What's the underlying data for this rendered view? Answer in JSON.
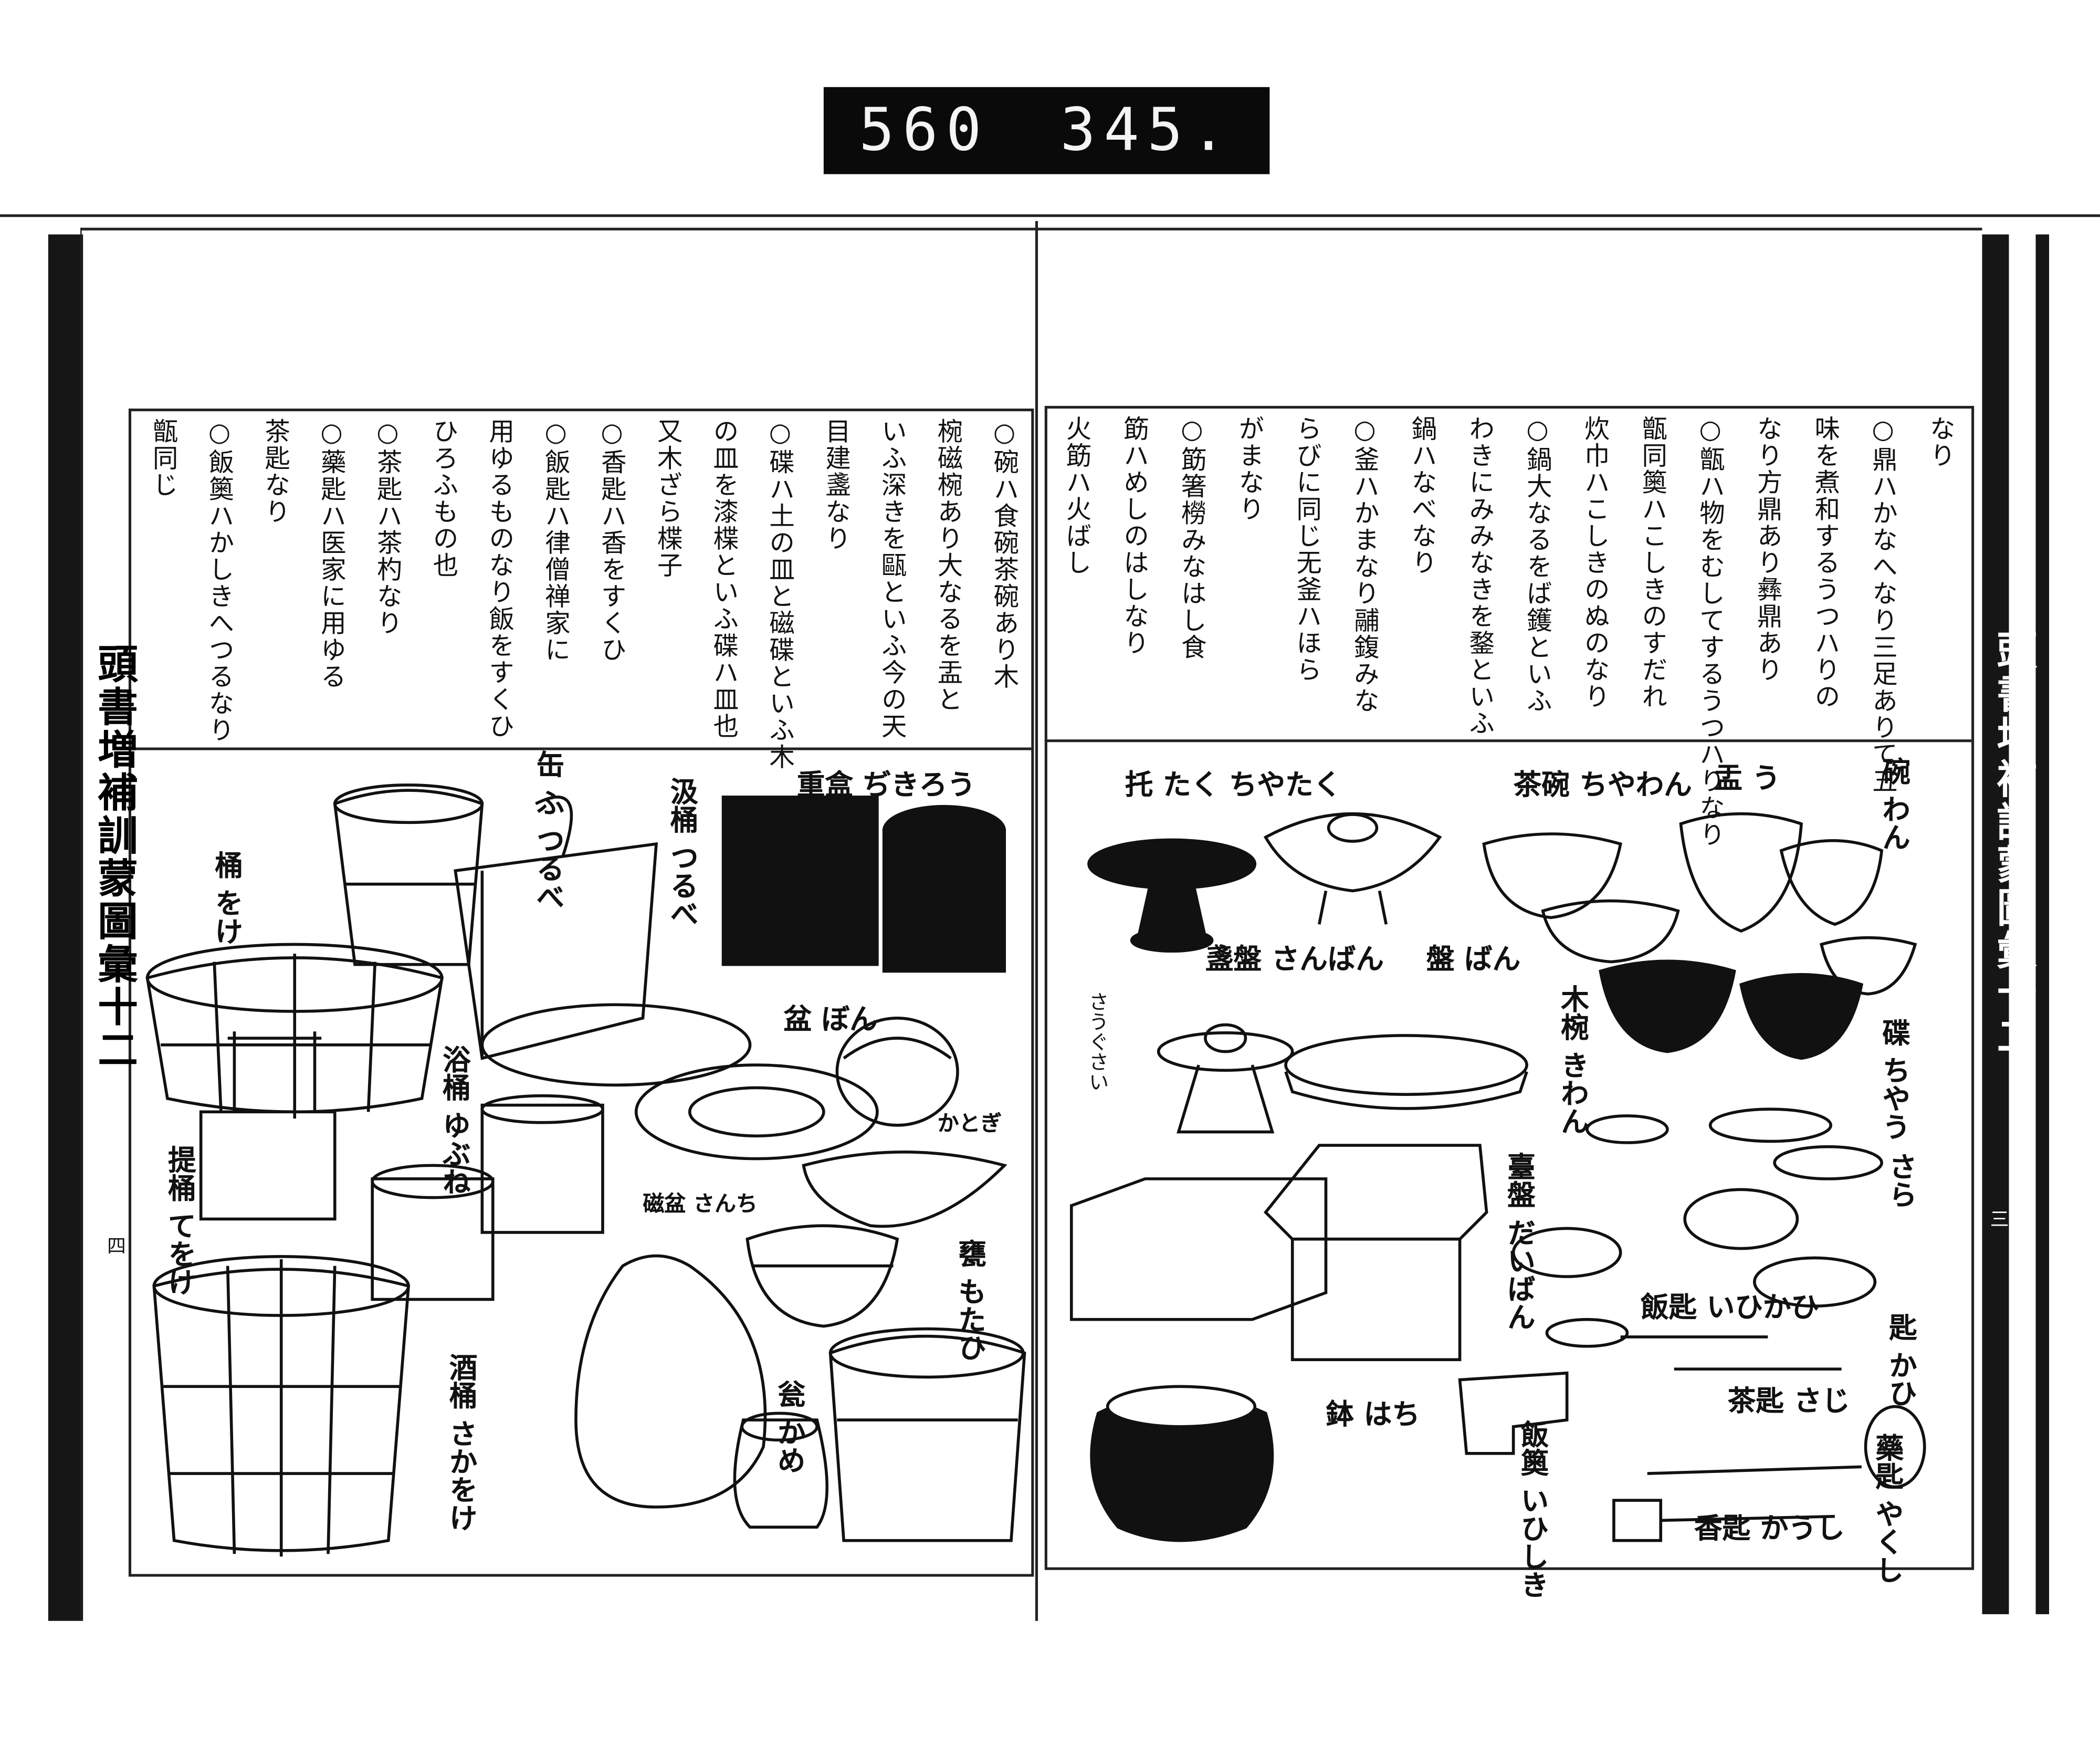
{
  "counter": {
    "left": "560",
    "right": "345."
  },
  "left_page": {
    "title": "頭書増補訓蒙圖彙十二",
    "page_number": "四",
    "text_columns": [
      "○碗ハ食碗茶碗あり木",
      "椀磁椀あり大なるを盂と",
      "いふ深きを甌といふ今の天",
      "目建盞なり",
      "○碟ハ土の皿と磁碟といふ木",
      "の皿を漆楪といふ碟ハ皿也",
      "又木ざら楪子",
      "○香匙ハ香をすくひ",
      "○飯匙ハ律僧禅家に",
      "用ゆるものなり飯をすくひ",
      "ひろふもの也",
      "○茶匙ハ茶杓なり",
      "○藥匙ハ医家に用ゆる",
      "茶匙なり",
      "○飯䉛ハかしきへつるなり",
      "甑同じ"
    ],
    "labels": [
      "缶 ふ つるべ",
      "桶 をけ",
      "汲桶 つるべ",
      "重盒 ぢきろう",
      "盆 ぼん",
      "浴桶 ゆぶね",
      "提桶 てをけ",
      "かとぎ",
      "磁盆 さんち",
      "甕 もたひ",
      "瓮 かめ",
      "酒桶 さかをけ"
    ]
  },
  "right_page": {
    "title": "頭書増補訓蒙圖彙十二",
    "page_number": "三",
    "text_columns": [
      "なり",
      "○鼎ハかなへなり三足ありて五",
      "味を煮和するうつハりの",
      "なり方鼎あり彝鼎あり",
      "○甑ハ物をむしてするうつハりなり",
      "甑同䉛ハこしきのすだれ",
      "炊巾ハこしきのぬのなり",
      "○鍋大なるをば鑊といふ",
      "わきにみみなきを鍪といふ",
      "鍋ハなべなり",
      "○釜ハかまなり鬴鍑みな",
      "らびに同じ无釜ハほら",
      "がまなり",
      "○筯箸橯みなはし食",
      "筯ハめしのはしなり",
      "火筯ハ火ばし"
    ],
    "labels": [
      "碗 わん",
      "盂 う",
      "茶碗 ちやわん",
      "托 たく ちやたく",
      "盞盤 さんばん",
      "盤 ばん",
      "木椀 きわん",
      "碟 ちやう",
      "さら",
      "臺盤 だいばん",
      "さうぐさい",
      "飯匙 いひかひ",
      "匙 かひ",
      "茶匙 さじ",
      "鉢 はち",
      "飯䉛 いひしき",
      "藥匙 やくし",
      "香匙 かうし"
    ]
  }
}
